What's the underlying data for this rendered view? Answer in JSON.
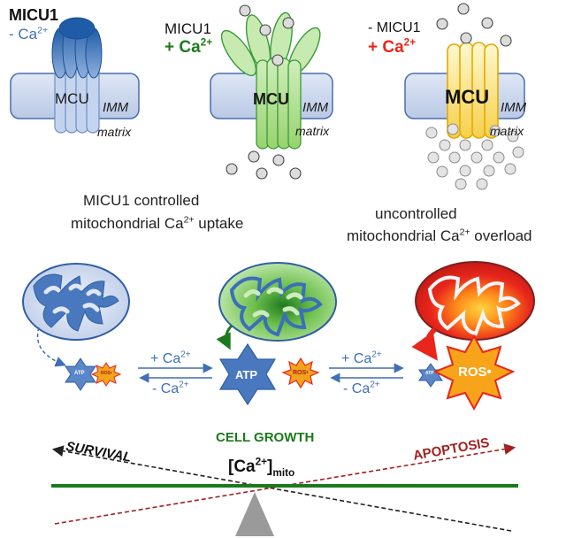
{
  "panel1": {
    "micu1_label": "MICU1",
    "ca_label": "- Ca",
    "ca_charge": "2+",
    "mcu_label": "MCU",
    "imm_label": "IMM",
    "matrix_label": "matrix"
  },
  "panel2": {
    "micu1_label": "MICU1",
    "ca_label": "+ Ca",
    "ca_charge": "2+",
    "mcu_label": "MCU",
    "imm_label": "IMM",
    "matrix_label": "matrix"
  },
  "panel3": {
    "micu1_label": "- MICU1",
    "ca_label": "+ Ca",
    "ca_charge": "2+",
    "mcu_label": "MCU",
    "imm_label": "IMM",
    "matrix_label": "matrix"
  },
  "captions": {
    "controlled_line1": "MICU1 controlled",
    "controlled_line2a": "mitochondrial Ca",
    "controlled_charge": "2+",
    "controlled_line2b": " uptake",
    "uncontrolled_line1": "uncontrolled",
    "uncontrolled_line2a": "mitochondrial Ca",
    "uncontrolled_charge": "2+",
    "uncontrolled_line2b": " overload"
  },
  "arrows": {
    "left_plus": "+ Ca",
    "left_minus": "- Ca",
    "right_plus": "+ Ca",
    "right_minus": "- Ca",
    "charge": "2+"
  },
  "mito_labels": {
    "atp": "ATP",
    "ros": "ROS",
    "ros_dot": "•"
  },
  "balance": {
    "survival": "SURVIVAL",
    "cell_growth": "CELL GROWTH",
    "apoptosis": "APOPTOSIS",
    "ca_mito_a": "[Ca",
    "ca_mito_charge": "2+",
    "ca_mito_b": "]",
    "ca_mito_sub": "mito"
  },
  "colors": {
    "blue": "#3f6fb5",
    "light_blue": "#c7d5ec",
    "green": "#1b7a1b",
    "red": "#e8261c",
    "dark_red": "#a32020",
    "yellow": "#f7c21b",
    "gray": "#9a9a9a"
  }
}
